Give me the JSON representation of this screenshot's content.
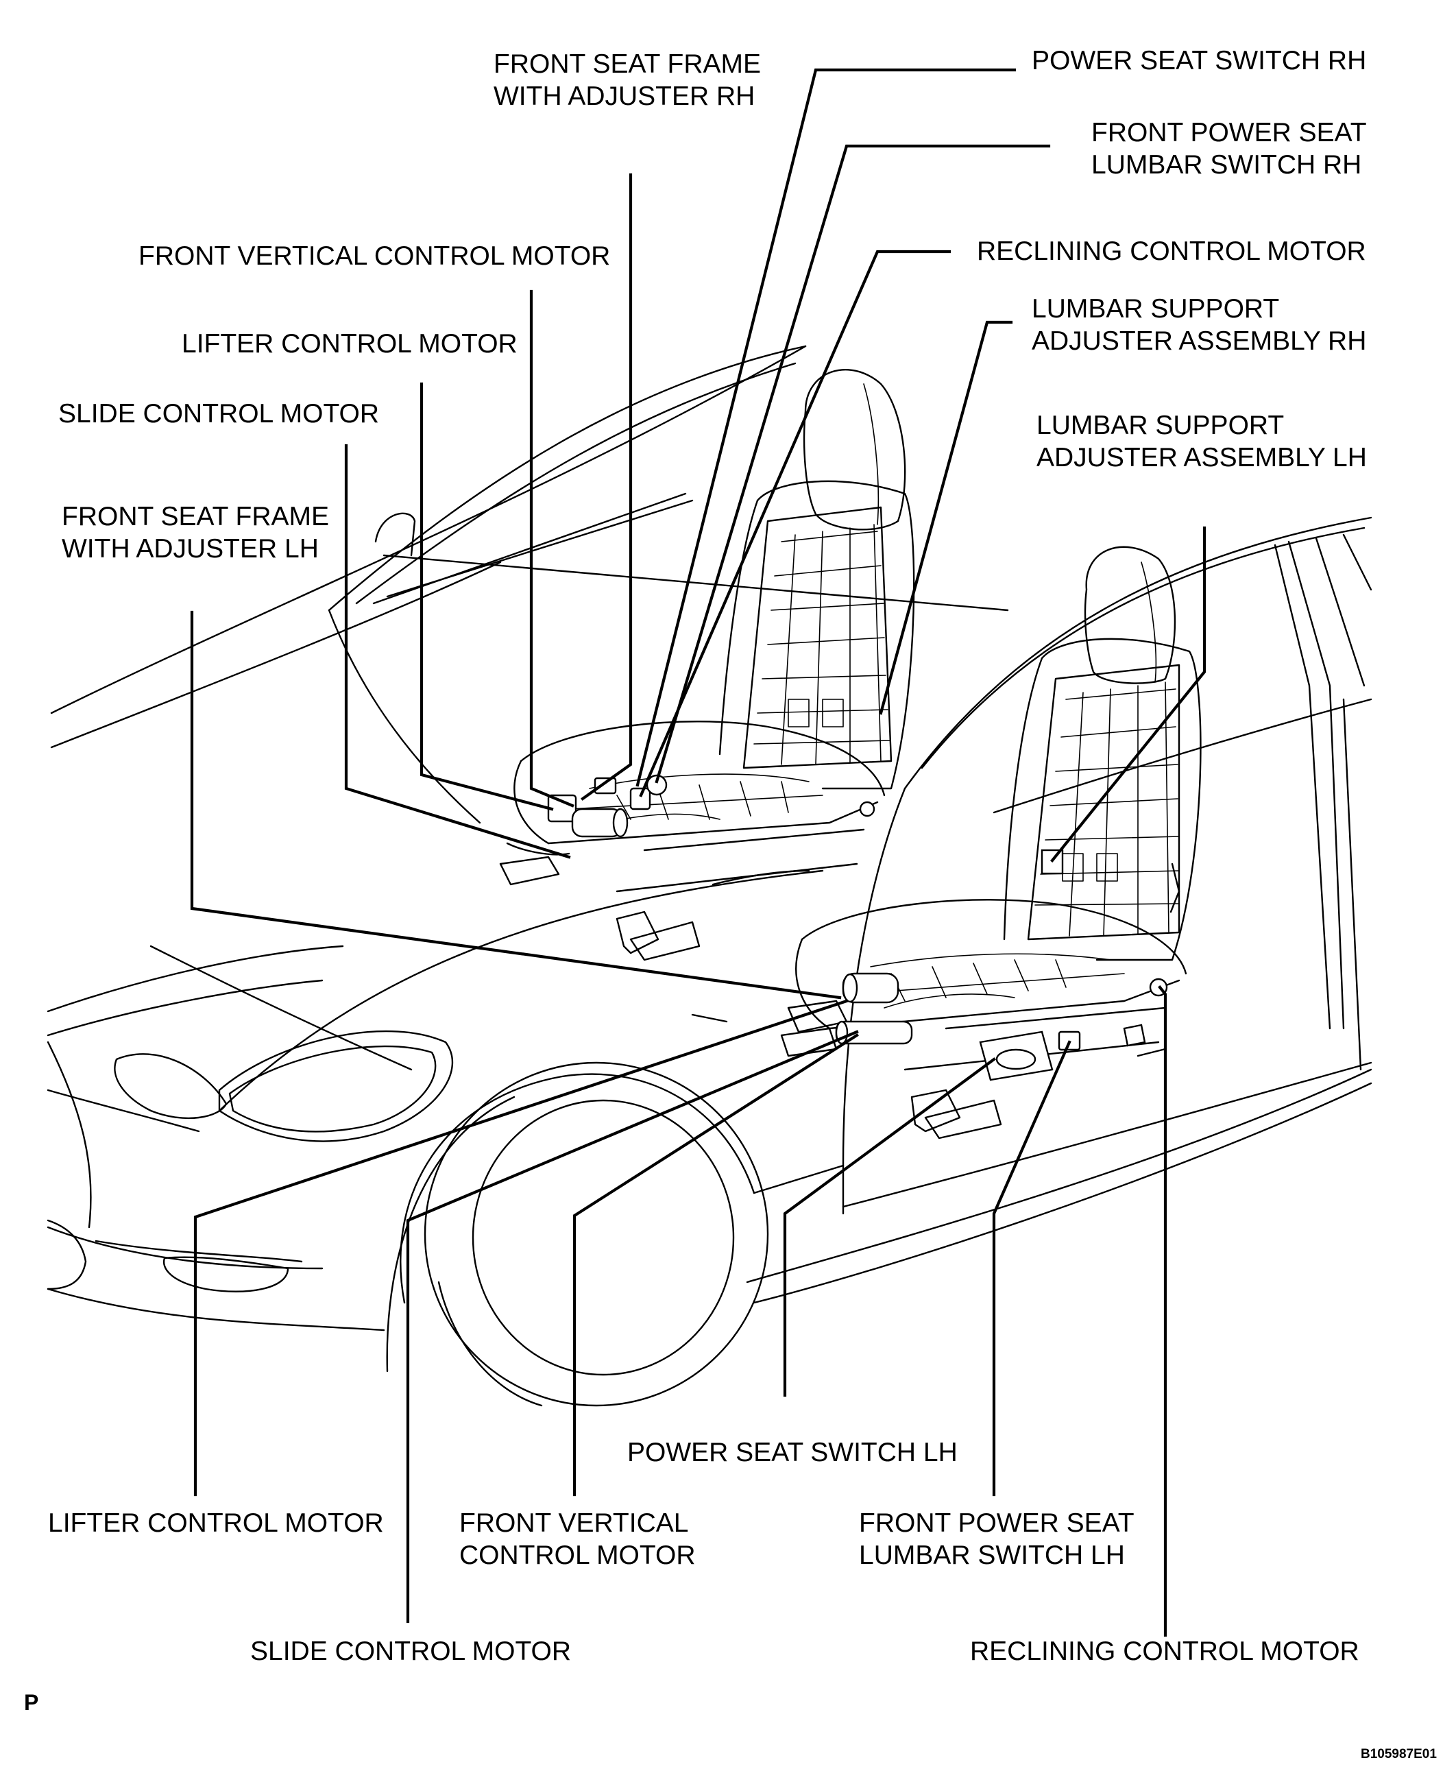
{
  "labels": {
    "frame_rh": [
      "FRONT SEAT FRAME",
      "WITH ADJUSTER RH"
    ],
    "power_switch_rh": [
      "POWER SEAT SWITCH RH"
    ],
    "lumbar_switch_rh": [
      "FRONT POWER SEAT",
      "LUMBAR SWITCH RH"
    ],
    "vertical_motor_rh": [
      "FRONT VERTICAL CONTROL MOTOR"
    ],
    "reclining_motor_rh": [
      "RECLINING CONTROL MOTOR"
    ],
    "lumbar_assy_rh": [
      "LUMBAR SUPPORT",
      "ADJUSTER ASSEMBLY RH"
    ],
    "lifter_motor_rh": [
      "LIFTER CONTROL MOTOR"
    ],
    "slide_motor_rh": [
      "SLIDE CONTROL MOTOR"
    ],
    "lumbar_assy_lh": [
      "LUMBAR SUPPORT",
      "ADJUSTER ASSEMBLY LH"
    ],
    "frame_lh": [
      "FRONT SEAT FRAME",
      "WITH ADJUSTER LH"
    ],
    "power_switch_lh": [
      "POWER SEAT SWITCH LH"
    ],
    "lifter_motor_lh": [
      "LIFTER CONTROL MOTOR"
    ],
    "vertical_motor_lh": [
      "FRONT VERTICAL",
      "CONTROL MOTOR"
    ],
    "lumbar_switch_lh": [
      "FRONT POWER SEAT",
      "LUMBAR SWITCH LH"
    ],
    "slide_motor_lh": [
      "SLIDE CONTROL MOTOR"
    ],
    "reclining_motor_lh": [
      "RECLINING CONTROL MOTOR"
    ]
  },
  "corner_mark": "P",
  "reference_code": "B105987E01"
}
